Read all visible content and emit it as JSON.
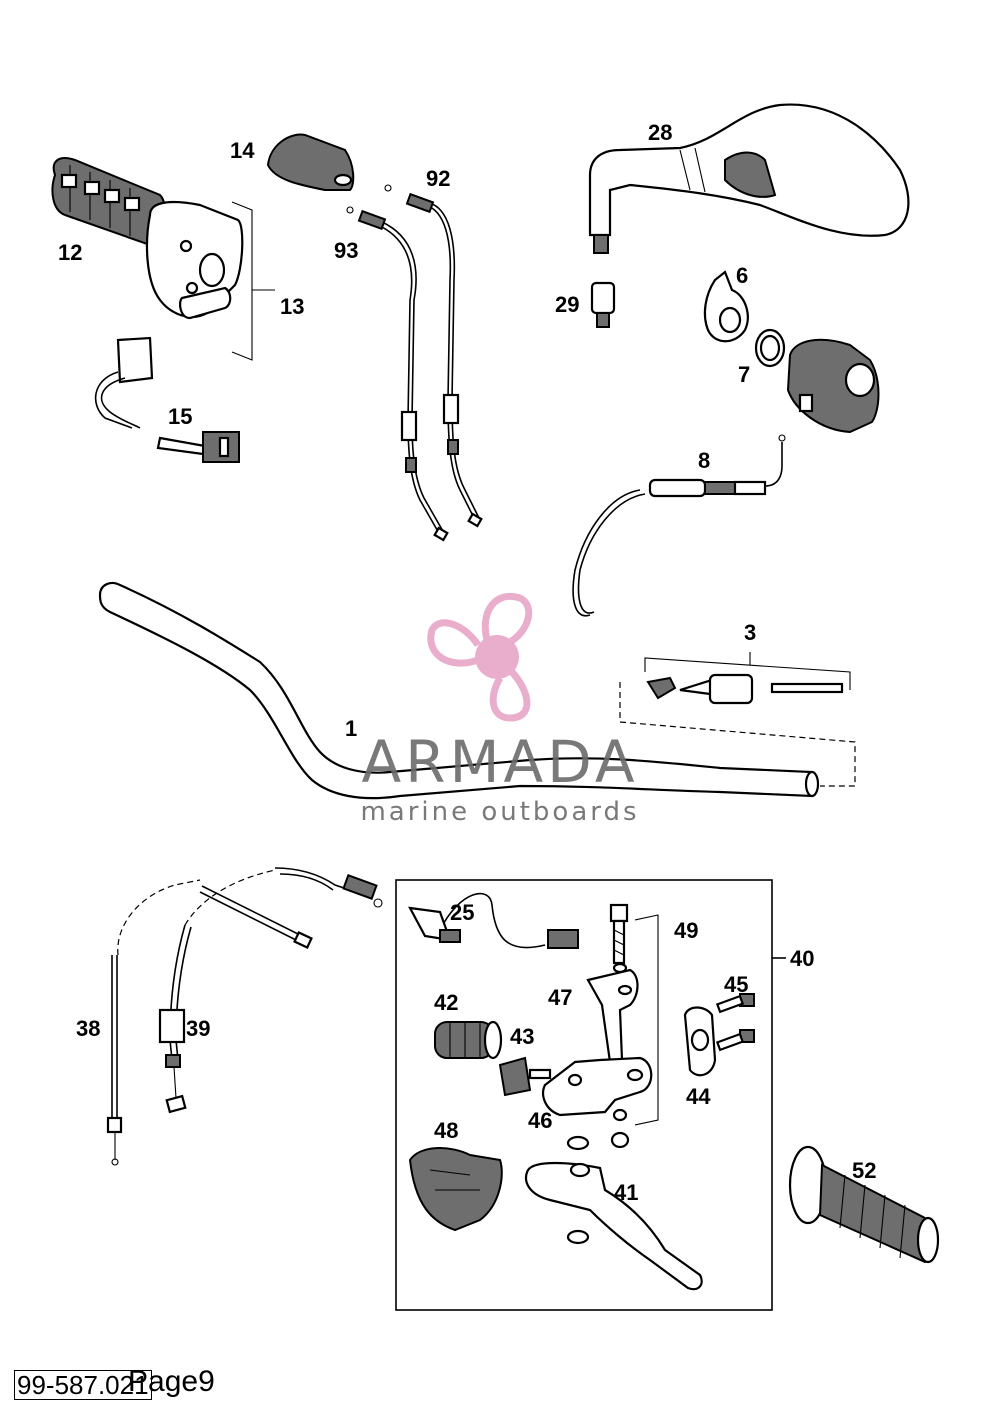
{
  "callouts": {
    "c1": "1",
    "c3": "3",
    "c6": "6",
    "c7": "7",
    "c8": "8",
    "c12": "12",
    "c13": "13",
    "c14": "14",
    "c15": "15",
    "c25": "25",
    "c28": "28",
    "c29": "29",
    "c38": "38",
    "c39": "39",
    "c40": "40",
    "c41": "41",
    "c42": "42",
    "c43": "43",
    "c44": "44",
    "c45": "45",
    "c46": "46",
    "c47": "47",
    "c48": "48",
    "c49": "49",
    "c52": "52",
    "c92": "92",
    "c93": "93"
  },
  "watermark": {
    "brand": "ARMADA",
    "tagline": "marine outboards",
    "logo_color": "#e8a6c8",
    "icon": "propeller-icon"
  },
  "footer": {
    "drawing_code": "99-587.021",
    "page_label": "Page9"
  }
}
